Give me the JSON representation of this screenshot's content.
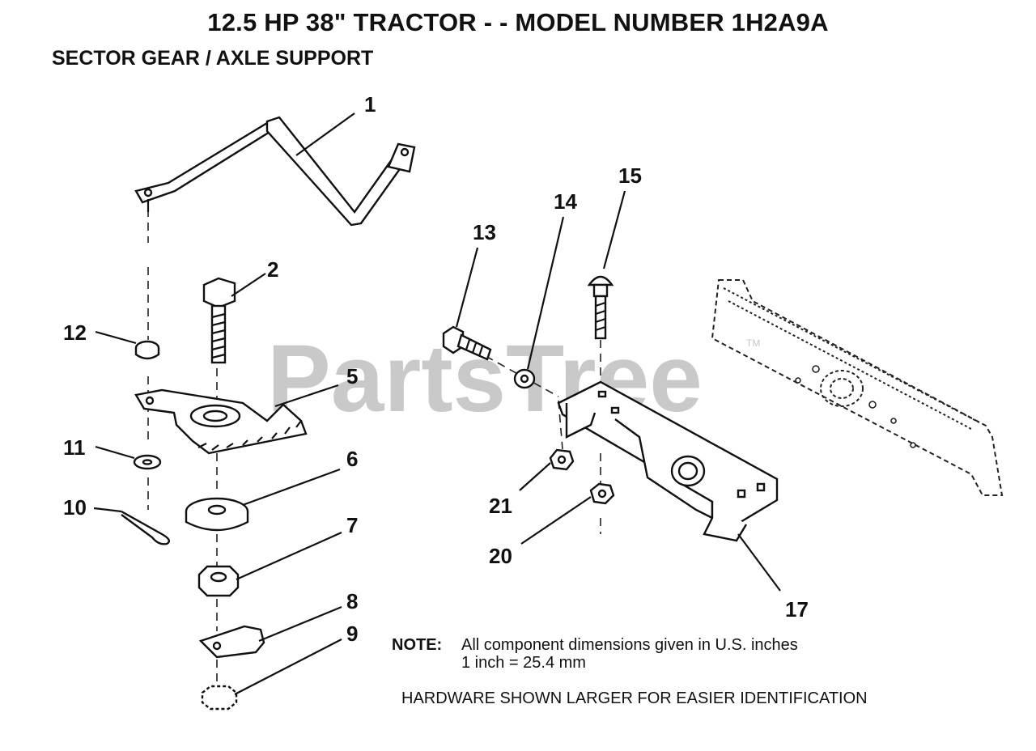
{
  "header": {
    "title": "12.5 HP 38\" TRACTOR - - MODEL NUMBER 1H2A9A",
    "subtitle": "SECTOR GEAR / AXLE SUPPORT"
  },
  "watermark": {
    "text": "PartsTree",
    "trademark": "TM"
  },
  "callouts": [
    {
      "id": "callout-1",
      "label": "1"
    },
    {
      "id": "callout-2",
      "label": "2"
    },
    {
      "id": "callout-5",
      "label": "5"
    },
    {
      "id": "callout-6",
      "label": "6"
    },
    {
      "id": "callout-7",
      "label": "7"
    },
    {
      "id": "callout-8",
      "label": "8"
    },
    {
      "id": "callout-9",
      "label": "9"
    },
    {
      "id": "callout-10",
      "label": "10"
    },
    {
      "id": "callout-11",
      "label": "11"
    },
    {
      "id": "callout-12",
      "label": "12"
    },
    {
      "id": "callout-13",
      "label": "13"
    },
    {
      "id": "callout-14",
      "label": "14"
    },
    {
      "id": "callout-15",
      "label": "15"
    },
    {
      "id": "callout-17",
      "label": "17"
    },
    {
      "id": "callout-20",
      "label": "20"
    },
    {
      "id": "callout-21",
      "label": "21"
    }
  ],
  "note": {
    "label": "NOTE:",
    "line1": "All component dimensions given in U.S. inches",
    "line2": "1 inch = 25.4 mm"
  },
  "footer": {
    "hardware": "HARDWARE SHOWN LARGER FOR EASIER IDENTIFICATION"
  },
  "colors": {
    "ink": "#111111",
    "watermark": "#c9c9c9",
    "background": "#ffffff"
  }
}
